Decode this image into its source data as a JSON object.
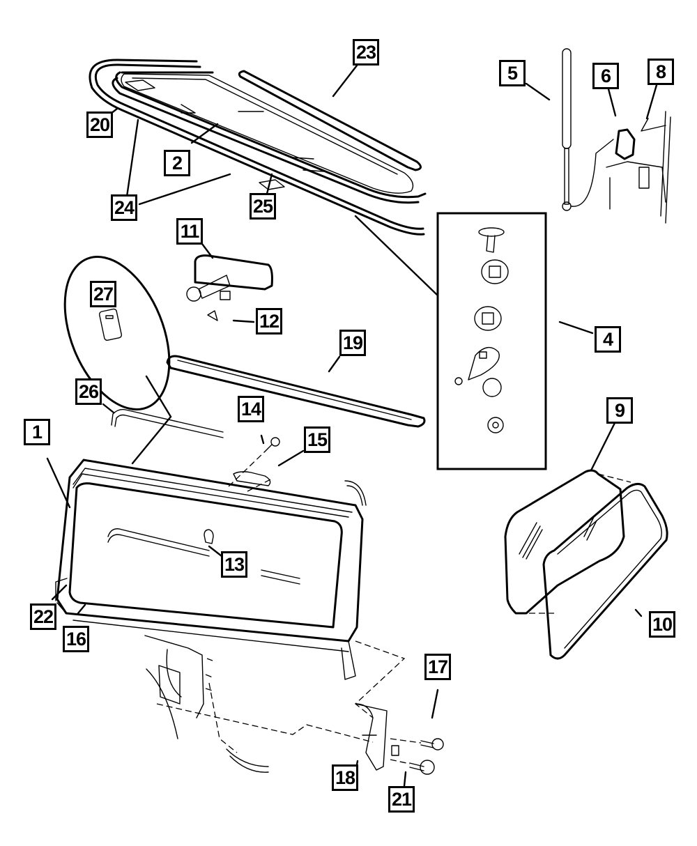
{
  "diagram": {
    "type": "exploded parts diagram",
    "subject": "Liftgate / rear window glass assembly",
    "callouts": [
      {
        "id": "1",
        "label": "1"
      },
      {
        "id": "2",
        "label": "2"
      },
      {
        "id": "4",
        "label": "4"
      },
      {
        "id": "5",
        "label": "5"
      },
      {
        "id": "6",
        "label": "6"
      },
      {
        "id": "8",
        "label": "8"
      },
      {
        "id": "9",
        "label": "9"
      },
      {
        "id": "10",
        "label": "10"
      },
      {
        "id": "11",
        "label": "11"
      },
      {
        "id": "12",
        "label": "12"
      },
      {
        "id": "13",
        "label": "13"
      },
      {
        "id": "14",
        "label": "14"
      },
      {
        "id": "15",
        "label": "15"
      },
      {
        "id": "16",
        "label": "16"
      },
      {
        "id": "17",
        "label": "17"
      },
      {
        "id": "18",
        "label": "18"
      },
      {
        "id": "19",
        "label": "19"
      },
      {
        "id": "20",
        "label": "20"
      },
      {
        "id": "21",
        "label": "21"
      },
      {
        "id": "22",
        "label": "22"
      },
      {
        "id": "23",
        "label": "23"
      },
      {
        "id": "24",
        "label": "24"
      },
      {
        "id": "25",
        "label": "25"
      },
      {
        "id": "26",
        "label": "26"
      },
      {
        "id": "27",
        "label": "27"
      }
    ],
    "parts": [
      {
        "callout": "2",
        "name": "glass-panel"
      },
      {
        "callout": "20",
        "name": "outer-seal"
      },
      {
        "callout": "23",
        "name": "top-seal-strip"
      },
      {
        "callout": "24",
        "name": "glass-channel"
      },
      {
        "callout": "25",
        "name": "glass-clip"
      },
      {
        "callout": "5",
        "name": "gas-strut"
      },
      {
        "callout": "6",
        "name": "strut-bracket"
      },
      {
        "callout": "8",
        "name": "bracket-screw"
      },
      {
        "callout": "4",
        "name": "hardware-kit"
      },
      {
        "callout": "11",
        "name": "rearview-mirror"
      },
      {
        "callout": "12",
        "name": "mirror-screw"
      },
      {
        "callout": "27",
        "name": "detail-tab"
      },
      {
        "callout": "26",
        "name": "detail-callout-circle"
      },
      {
        "callout": "19",
        "name": "header-trim"
      },
      {
        "callout": "14",
        "name": "bolt"
      },
      {
        "callout": "15",
        "name": "strap-bracket"
      },
      {
        "callout": "1",
        "name": "liftgate-frame"
      },
      {
        "callout": "13",
        "name": "latch-striker"
      },
      {
        "callout": "22",
        "name": "corner-seal"
      },
      {
        "callout": "16",
        "name": "bottom-seal"
      },
      {
        "callout": "9",
        "name": "quarter-glass"
      },
      {
        "callout": "10",
        "name": "quarter-glass-seal"
      },
      {
        "callout": "17",
        "name": "hinge-bolt"
      },
      {
        "callout": "18",
        "name": "hinge"
      },
      {
        "callout": "21",
        "name": "hinge-bolt-long"
      }
    ]
  }
}
